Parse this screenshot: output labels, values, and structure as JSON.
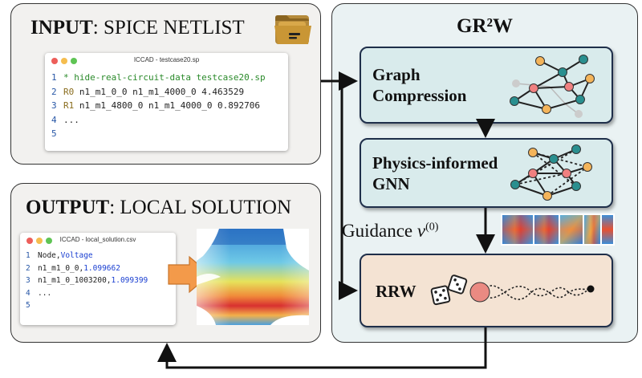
{
  "input": {
    "title_bold": "INPUT",
    "title_rest": ": SPICE NETLIST",
    "window_title": "ICCAD - testcase20.sp",
    "lines": [
      {
        "n": "1",
        "text": "* hide-real-circuit-data testcase20.sp"
      },
      {
        "n": "2",
        "id": "R0",
        "text": " n1_m1_0_0 n1_m1_4000_0 4.463529"
      },
      {
        "n": "3",
        "id": "R1",
        "text": " n1_m1_4800_0 n1_m1_4000_0 0.892706"
      },
      {
        "n": "4",
        "text": "..."
      },
      {
        "n": "5",
        "text": ""
      }
    ]
  },
  "output": {
    "title_bold": "OUTPUT",
    "title_rest": ": LOCAL SOLUTION",
    "window_title": "ICCAD - local_solution.csv",
    "lines": [
      {
        "n": "1",
        "text": "Node,",
        "kw": "Voltage"
      },
      {
        "n": "2",
        "text": "n1_m1_0_0,",
        "kw": "1.099662"
      },
      {
        "n": "3",
        "text": "n1_m1_0_1003200,",
        "kw": "1.099399"
      },
      {
        "n": "4",
        "text": "..."
      },
      {
        "n": "5",
        "text": ""
      }
    ]
  },
  "grrw": {
    "title": "GR²W",
    "graph_compression": [
      "Graph",
      "Compression"
    ],
    "gnn": [
      "Physics-informed",
      "GNN"
    ],
    "guidance_text": "Guidance ",
    "guidance_var": "v",
    "guidance_sup": "(0)",
    "rrw": "RRW"
  },
  "colors": {
    "panel_bg": "#f2f1ef",
    "grrw_bg": "#eaf2f3",
    "module_bg": "#d9ebec",
    "rrw_bg": "#f4e3d3",
    "node_orange": "#f4b45a",
    "node_teal": "#2a8f8f",
    "node_pink": "#f08080",
    "arrow_orange": "#f39a4a"
  },
  "icons": [
    "folder-icon",
    "dice-icon",
    "random-walk-icon"
  ]
}
